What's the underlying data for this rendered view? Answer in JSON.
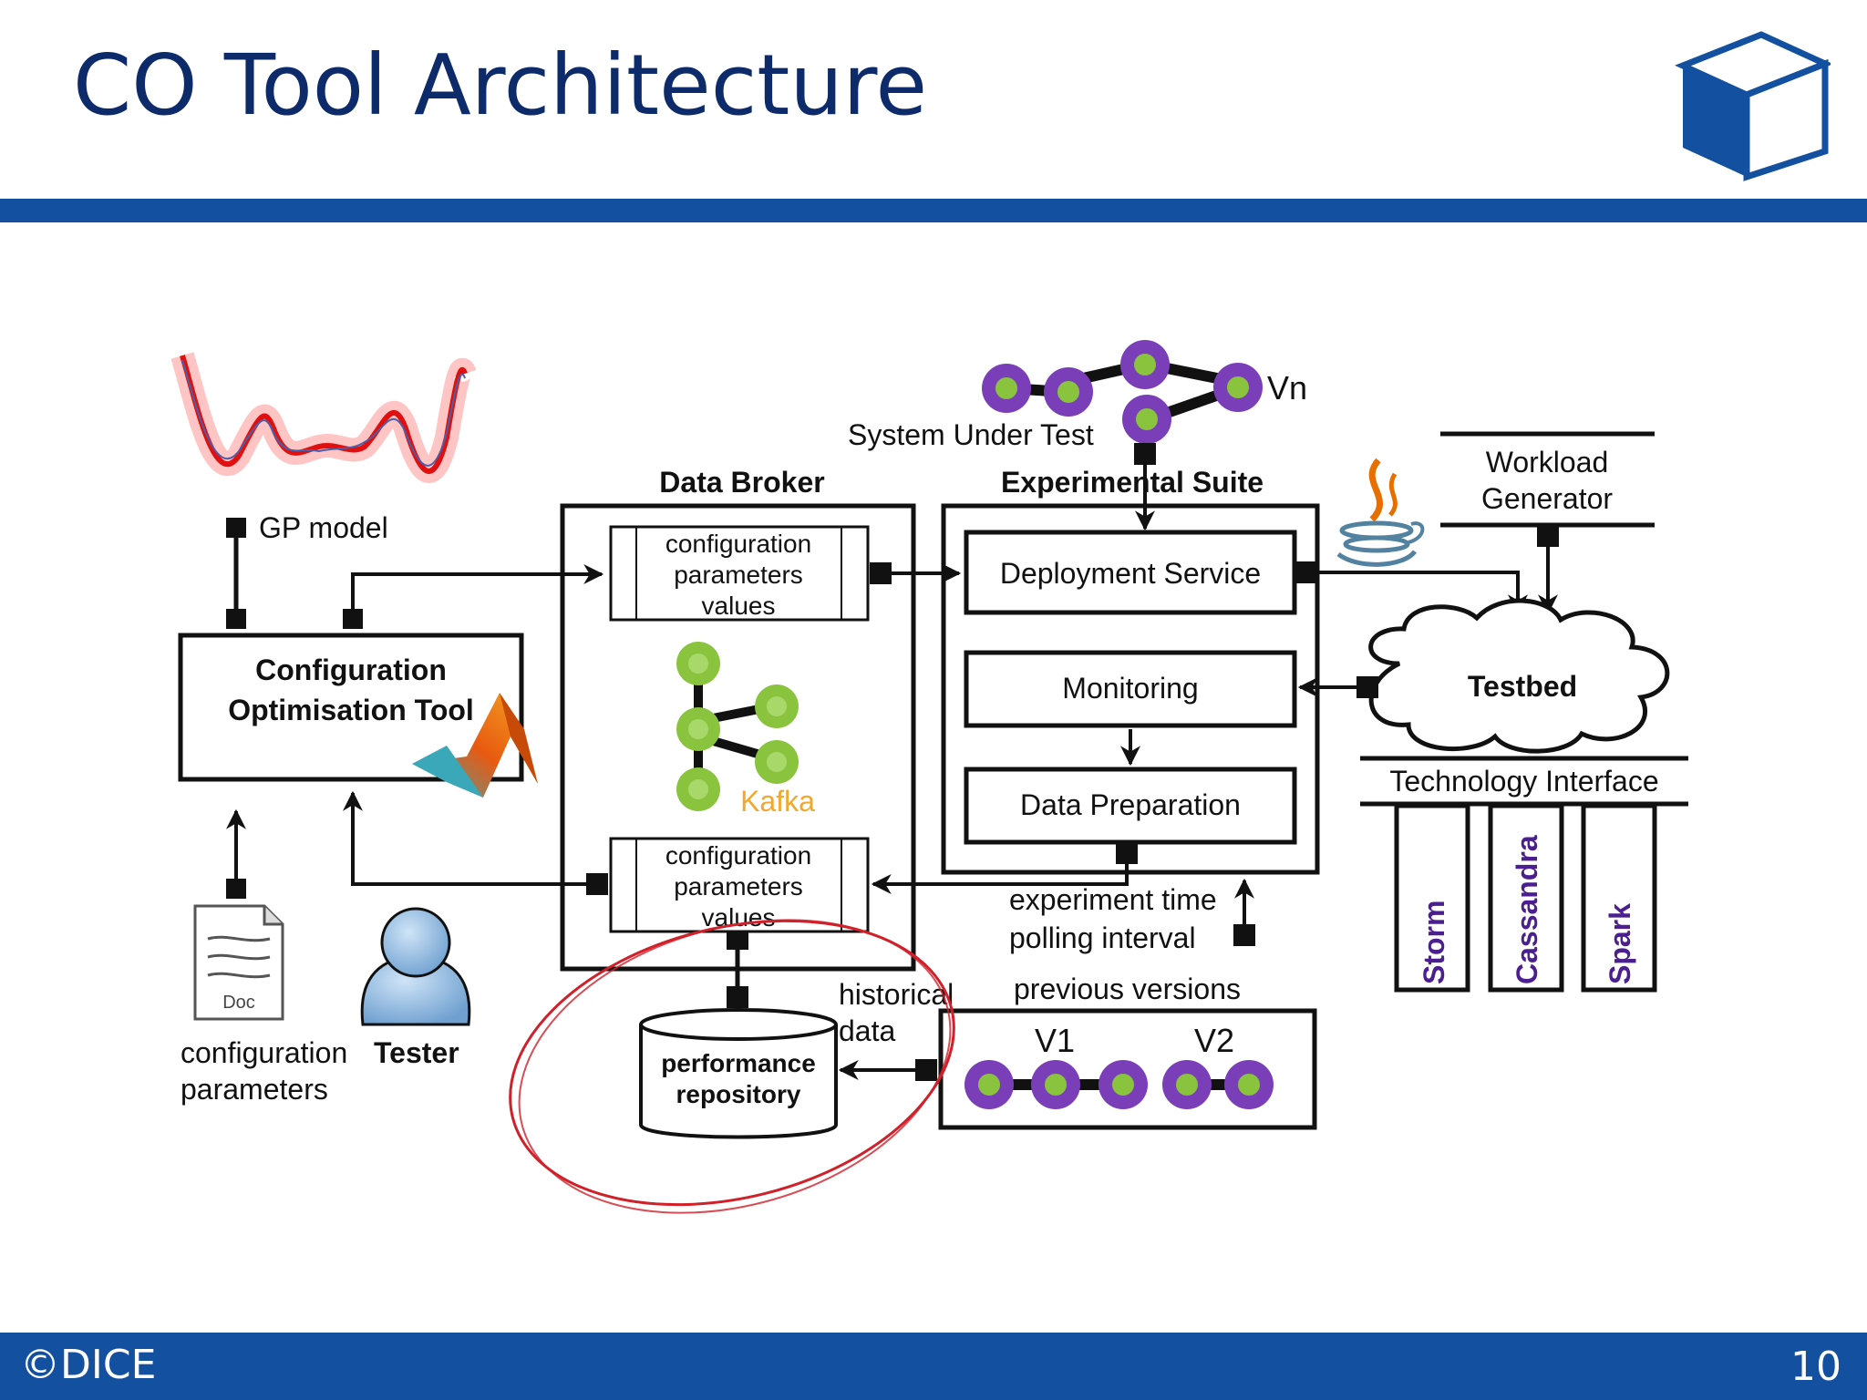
{
  "slide": {
    "title": "CO Tool Architecture",
    "footer_left": "©DICE",
    "page_number": "10"
  },
  "colors": {
    "brand_blue": "#1450a0",
    "title_navy": "#0d2a6b",
    "node_purple": "#7a3fb8",
    "node_green": "#8ac43f",
    "kafka_green": "#8ac43f",
    "kafka_orange": "#f0a830",
    "tech_purple": "#4b1f8f",
    "highlight_red": "#d0202a"
  },
  "diagram": {
    "gp_model_label": "GP model",
    "co_tool_line1": "Configuration",
    "co_tool_line2": "Optimisation Tool",
    "data_broker_title": "Data Broker",
    "config_top": [
      "configuration",
      "parameters",
      "values"
    ],
    "config_bottom": [
      "configuration",
      "parameters",
      "values"
    ],
    "kafka_label": "Kafka",
    "sut_label": "System Under Test",
    "vn_label": "Vn",
    "experimental_suite_title": "Experimental Suite",
    "deployment_service": "Deployment Service",
    "monitoring": "Monitoring",
    "data_preparation": "Data Preparation",
    "workload_generator_line1": "Workload",
    "workload_generator_line2": "Generator",
    "testbed": "Testbed",
    "technology_interface": "Technology Interface",
    "technologies": [
      "Storm",
      "Cassandra",
      "Spark"
    ],
    "experiment_time": "experiment time",
    "polling_interval": "polling interval",
    "previous_versions": "previous versions",
    "v1": "V1",
    "v2": "V2",
    "historical_line1": "historical",
    "historical_line2": "data",
    "repo_line1": "performance",
    "repo_line2": "repository",
    "doc_label": "Doc",
    "config_params_line1": "configuration",
    "config_params_line2": "parameters",
    "tester_label": "Tester"
  },
  "icons": {
    "logo": "cube-logo-icon",
    "gp_plot": "gp-model-plot-icon",
    "matlab": "matlab-logo-icon",
    "java": "java-logo-icon",
    "kafka": "kafka-logo-icon",
    "doc": "document-icon",
    "tester": "user-icon"
  }
}
